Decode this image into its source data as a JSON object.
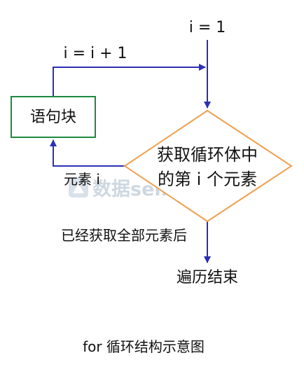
{
  "diagram": {
    "start_label": "i = 1",
    "increment_label": "i = i + 1",
    "block_label": "语句块",
    "decision_line1": "获取循环体中",
    "decision_line2": "的第 i 个元素",
    "element_label": "元素 i",
    "exit_label": "已经获取全部元素后",
    "end_label": "遍历结束"
  },
  "caption": "for 循环结构示意图",
  "watermark": {
    "text": "数据seminar"
  },
  "colors": {
    "arrow": "#2b2fb5",
    "block_border": "#1e8a3e",
    "decision_border": "#f0a050",
    "watermark": "#c9d4de",
    "text": "#111111"
  }
}
